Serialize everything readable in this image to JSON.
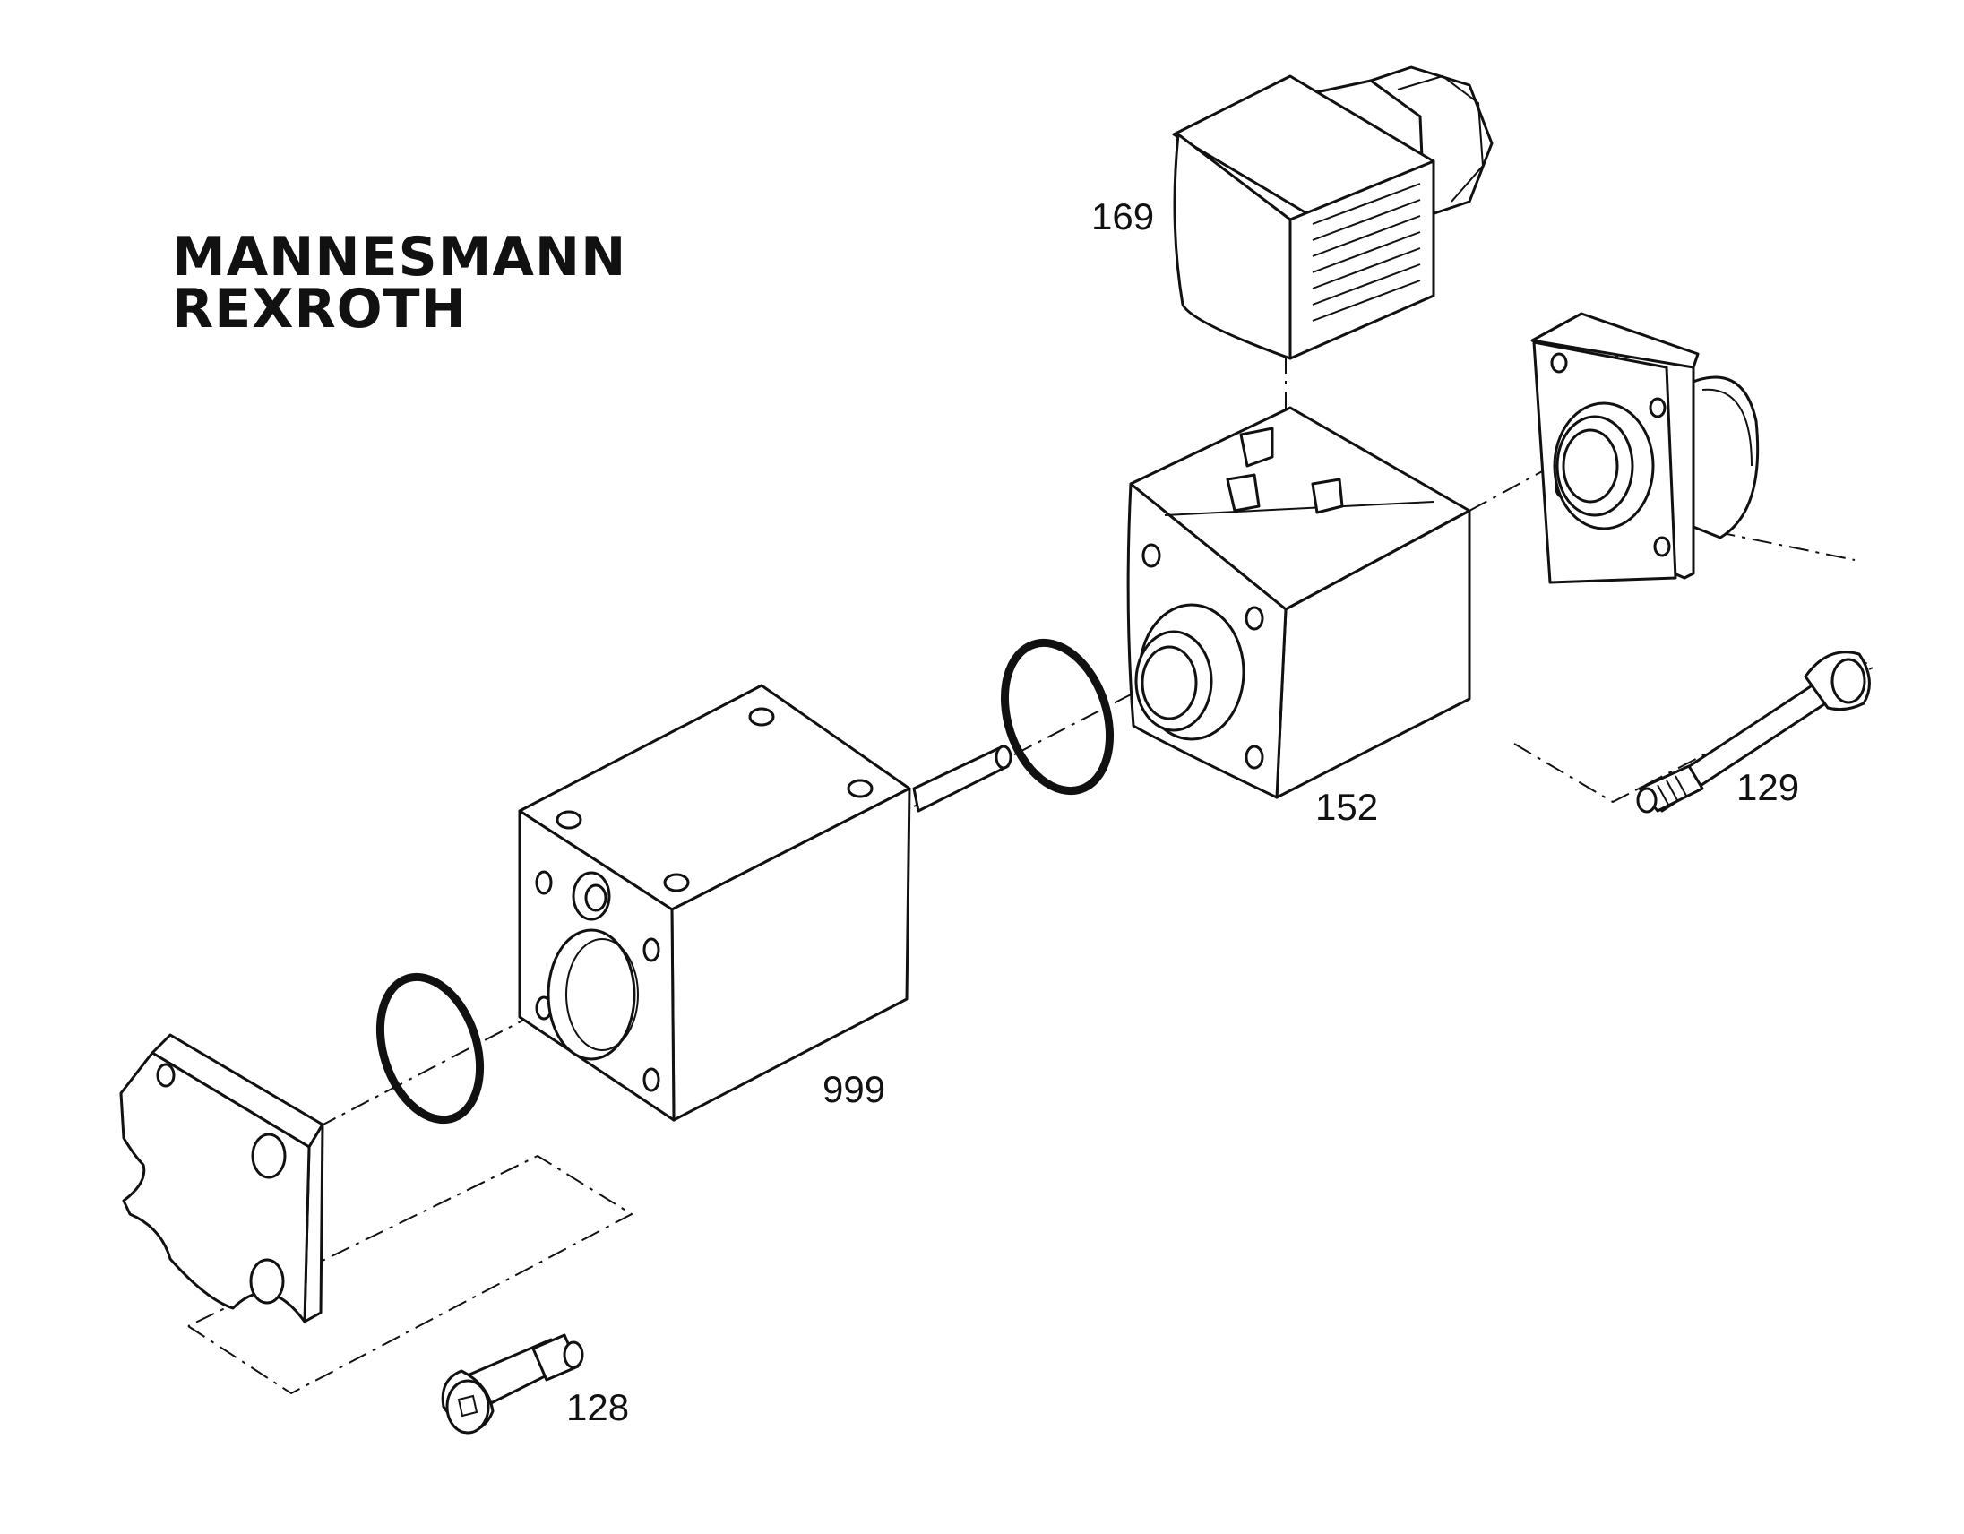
{
  "brand": {
    "line1": "MANNESMANN",
    "line2": "REXROTH"
  },
  "callouts": {
    "connector": "169",
    "solenoid": "152",
    "screw_long": "129",
    "housing": "999",
    "screw_short": "128"
  }
}
